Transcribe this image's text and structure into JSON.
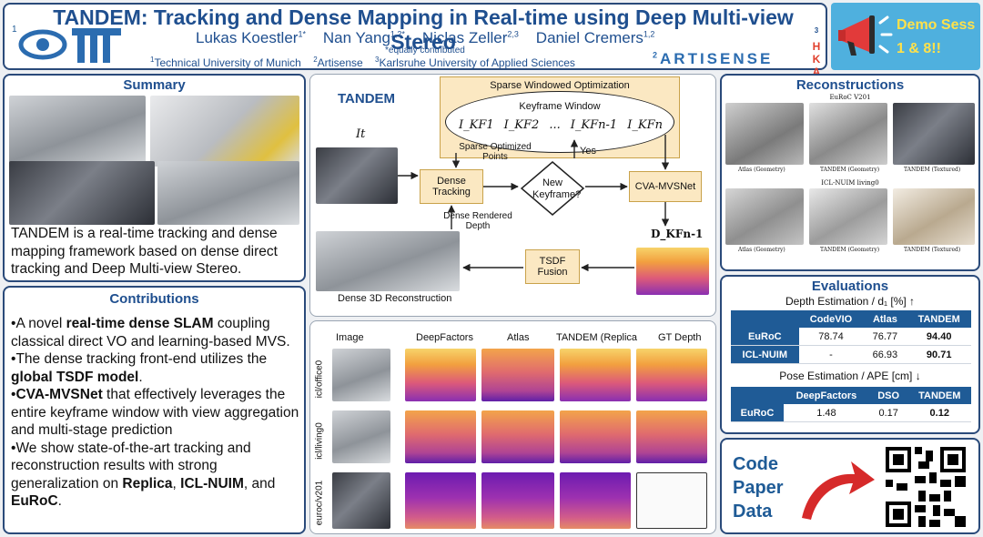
{
  "header": {
    "title": "TANDEM: Tracking and Dense Mapping in Real-time using Deep Multi-view Stereo",
    "authors": [
      {
        "name": "Lukas Koestler",
        "sup": "1*"
      },
      {
        "name": "Nan Yang",
        "sup": "1,2*"
      },
      {
        "name": "Niclas Zeller",
        "sup": "2,3"
      },
      {
        "name": "Daniel Cremers",
        "sup": "1,2"
      }
    ],
    "equal_note": "*equally contributed",
    "affiliations": [
      {
        "sup": "1",
        "name": "Technical University of Munich"
      },
      {
        "sup": "2",
        "name": "Artisense"
      },
      {
        "sup": "3",
        "name": "Karlsruhe University of Applied Sciences"
      }
    ],
    "logo_tum": "TUM",
    "logo_artisense": "ARTISENSE",
    "logo_hka": "HKA",
    "demo_banner": "Demo Sess 1 & 8!!"
  },
  "summary": {
    "heading": "Summary",
    "text": "TANDEM is a real-time tracking and dense mapping framework based on dense direct tracking and Deep Multi-view Stereo."
  },
  "contributions": {
    "heading": "Contributions",
    "items": [
      {
        "pre": "A novel ",
        "bold": "real-time dense SLAM",
        "post": " coupling classical direct VO and learning-based MVS."
      },
      {
        "pre": "The dense tracking front-end utilizes the ",
        "bold": "global TSDF model",
        "post": "."
      },
      {
        "pre": "",
        "bold": "CVA-MVSNet",
        "post": " that effectively leverages the entire keyframe window with view aggregation and multi-stage prediction"
      },
      {
        "pre": "We show state-of-the-art tracking and reconstruction results with strong generalization on ",
        "bold": "Replica",
        "post": ", ",
        "bold2": "ICL-NUIM",
        "post2": ", and ",
        "bold3": "EuRoC",
        "post3": "."
      }
    ]
  },
  "pipeline": {
    "name": "TANDEM",
    "sparse_opt": "Sparse Windowed Optimization",
    "keyframe_window": "Keyframe Window",
    "kf_labels": [
      "I_KF1",
      "I_KF2",
      "...",
      "I_KFn-1",
      "I_KFn"
    ],
    "input_label": "It",
    "sparse_points": "Sparse Optimized Points",
    "yes": "Yes",
    "dense_tracking": "Dense Tracking",
    "new_keyframe": "New Keyframe?",
    "cva": "CVA-MVSNet",
    "dense_depth": "Dense Rendered Depth",
    "depth_label": "D_KFn-1",
    "tsdf": "TSDF Fusion",
    "recon_label": "Dense 3D Reconstruction"
  },
  "qualitative": {
    "columns": [
      "Image",
      "DeepFactors",
      "Atlas",
      "TANDEM (Replica",
      "GT Depth"
    ],
    "rows": [
      "icl/office0",
      "icl/living0",
      "euroc/v201"
    ]
  },
  "reconstructions": {
    "heading": "Reconstructions",
    "scene1": "EuRoC V201",
    "scene2": "ICL-NUIM living0",
    "captions": [
      "Atlas (Geometry)",
      "TANDEM (Geometry)",
      "TANDEM (Textured)"
    ]
  },
  "evaluations": {
    "heading": "Evaluations",
    "depth_title": "Depth Estimation / d₁ [%] ↑",
    "depth_cols": [
      "",
      "CodeVIO",
      "Atlas",
      "TANDEM"
    ],
    "depth_rows": [
      [
        "EuRoC",
        "78.74",
        "76.77",
        "94.40"
      ],
      [
        "ICL-NUIM",
        "-",
        "66.93",
        "90.71"
      ]
    ],
    "pose_title": "Pose Estimation / APE [cm] ↓",
    "pose_cols": [
      "",
      "DeepFactors",
      "DSO",
      "TANDEM"
    ],
    "pose_rows": [
      [
        "EuRoC",
        "1.48",
        "0.17",
        "0.12"
      ]
    ]
  },
  "links": {
    "items": [
      "Code",
      "Paper",
      "Data"
    ]
  },
  "colors": {
    "accent": "#1f5b96",
    "border": "#2a4a7a",
    "box": "#fbe8c2"
  }
}
